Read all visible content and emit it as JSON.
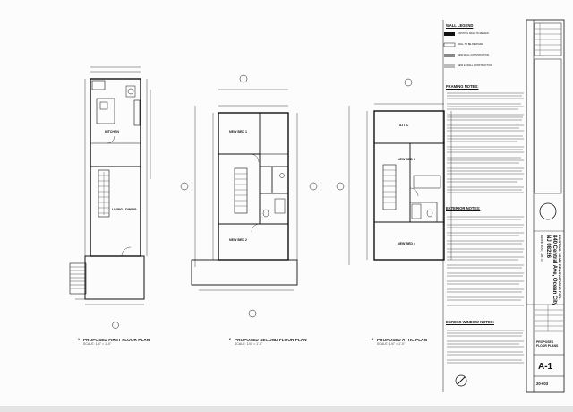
{
  "plans": {
    "first_floor": {
      "title": "PROPOSED FIRST FLOOR PLAN",
      "number": "1",
      "scale": "SCALE: 1/4\" = 1'-0\"",
      "rooms": [
        "KITCHEN",
        "LIVING / DINING"
      ]
    },
    "second_floor": {
      "title": "PROPOSED SECOND FLOOR PLAN",
      "number": "2",
      "scale": "SCALE: 1/4\" = 1'-0\"",
      "rooms": [
        "NEW BED 1",
        "NEW BED 2"
      ]
    },
    "attic": {
      "title": "PROPOSED ATTIC PLAN",
      "number": "3",
      "scale": "SCALE: 1/4\" = 1'-0\"",
      "rooms": [
        "ATTIC",
        "NEW BED 3",
        "NEW BED 4"
      ]
    }
  },
  "notes": {
    "wall_legend": "WALL LEGEND",
    "legend_items": [
      "EXISTING WALL TO REMAIN",
      "WALL TO BE REMOVED",
      "NEW WALL CONSTRUCTION",
      "NEW 2x WALL CONSTRUCTION"
    ],
    "framing_notes": "FRAMING NOTES:",
    "exterior_notes": "EXTERIOR NOTES:",
    "egress_notes": "EGRESS WINDOW NOTES:"
  },
  "title_block": {
    "project_line1": "EXISTING HOME RENOVATIONS FOR:",
    "project_line2": "840 Central Ave, Ocean City",
    "project_line3": "NJ 08226",
    "project_line4": "Block 806, Lot 37",
    "sheet_number": "A-1",
    "project_number": "20-603",
    "sheet_label": "PROPOSED FLOOR PLANS"
  }
}
